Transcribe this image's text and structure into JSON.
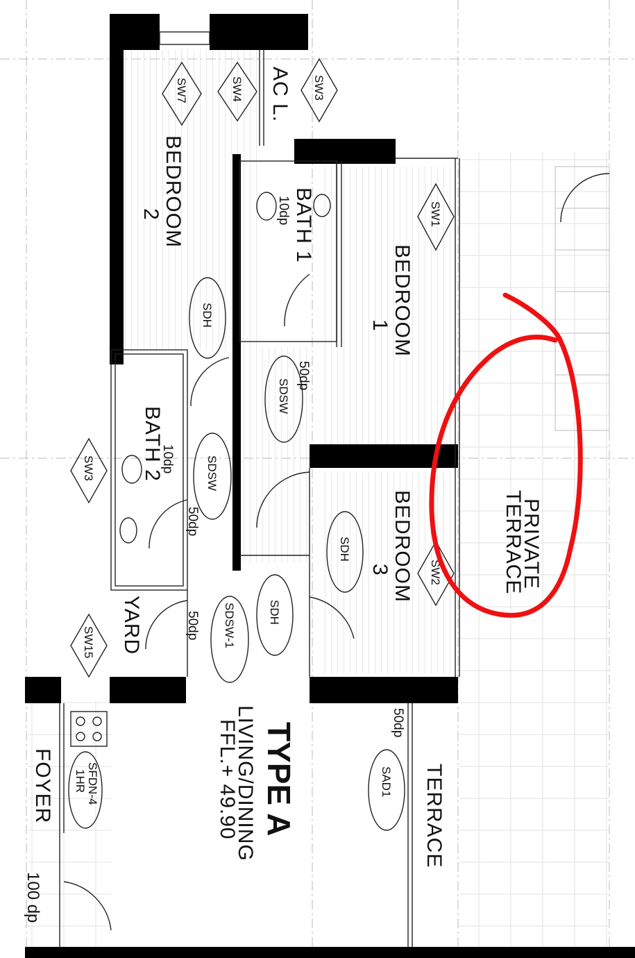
{
  "plan": {
    "rooms": {
      "bedroom2": [
        "BEDROOM",
        "2"
      ],
      "bath1": [
        "BATH 1",
        "10dp"
      ],
      "bedroom1": [
        "BEDROOM",
        "1"
      ],
      "bath2": [
        "BATH 2",
        "10dp"
      ],
      "bedroom3": [
        "BEDROOM",
        "3"
      ],
      "private_terrace": [
        "PRIVATE",
        "TERRACE"
      ],
      "yard": "YARD",
      "ac": "AC L.",
      "type_a": "TYPE A",
      "living": "LIVING/DINING",
      "ffl": "FFL.+ 49.90",
      "foyer": "FOYER",
      "foyer_dp": "100 dp",
      "terrace": "TERRACE"
    },
    "tags": {
      "sw7": "SW7",
      "sw4": "SW4",
      "sw3_top": "SW3",
      "sw1": "SW1",
      "sw3_left": "SW3",
      "sw15": "SW15",
      "sw2": "SW2",
      "sdh_1": "SDH",
      "sdh_2": "SDH",
      "sdh_3": "SDH",
      "sdsw_1": "SDSW",
      "sdsw_2": "SDSW",
      "sdsw_3": "SDSW-1",
      "sfdn": "SFDN-4",
      "sfdn_rating": "1HR",
      "sad": "SAD1"
    },
    "door_dp": {
      "d1": "50dp",
      "d2": "50dp",
      "d3": "50dp",
      "d4": "50dp"
    },
    "markup_color": "#ee1111"
  }
}
